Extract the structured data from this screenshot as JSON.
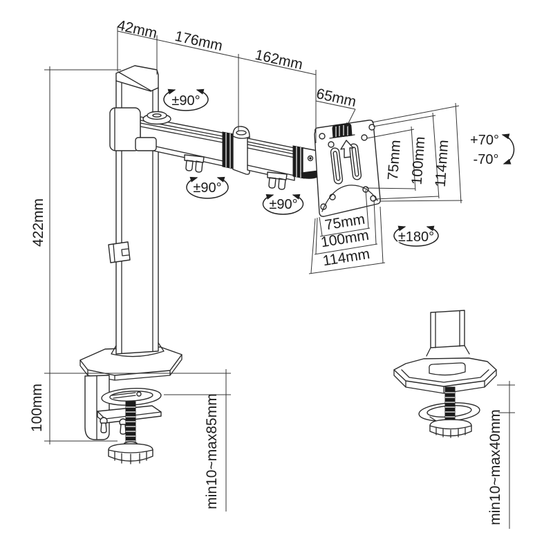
{
  "diagram": {
    "dims": {
      "pole_top_width": "42mm",
      "arm_segment_inner": "176mm",
      "arm_segment_outer": "162mm",
      "vesa_offset": "65mm",
      "pole_height": "422mm",
      "clamp_height": "100mm",
      "clamp_thickness_range": "min10~max85mm",
      "grommet_thickness_range": "min10~max40mm",
      "vesa_vert_75": "75mm",
      "vesa_vert_100": "100mm",
      "vesa_vert_114": "114mm",
      "vesa_horiz_75": "75mm",
      "vesa_horiz_100": "100mm",
      "vesa_horiz_114": "114mm"
    },
    "rotations": {
      "swivel_pole": "±90°",
      "swivel_elbow": "±90°",
      "swivel_head": "±90°",
      "screen_rotation": "±180°",
      "tilt_up": "+70°",
      "tilt_down": "-70°"
    },
    "colors": {
      "line": "#2a2a2a",
      "background": "#ffffff"
    }
  }
}
